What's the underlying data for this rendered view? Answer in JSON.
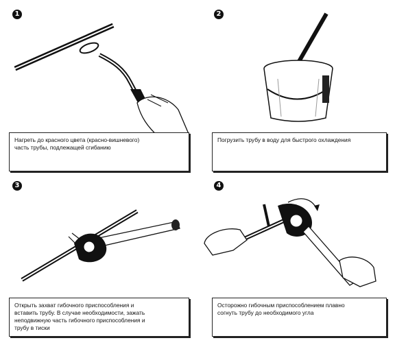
{
  "steps": [
    {
      "number": "1",
      "caption": "Нагреть до красного цвета (красно-вишневого)\nчасть трубы, подлежащей сгибанию"
    },
    {
      "number": "2",
      "caption": "Погрузить трубу в воду для быстрого охлаждения"
    },
    {
      "number": "3",
      "caption": "Открыть захват гибочного приспособления и\nвставить трубу. В случае необходимости, зажать\nнеподвижную часть гибочного приспособления и\nтрубу в тиски"
    },
    {
      "number": "4",
      "caption": "Осторожно гибочным приспособлением плавно\nсогнуть трубу до необходимого угла"
    }
  ]
}
